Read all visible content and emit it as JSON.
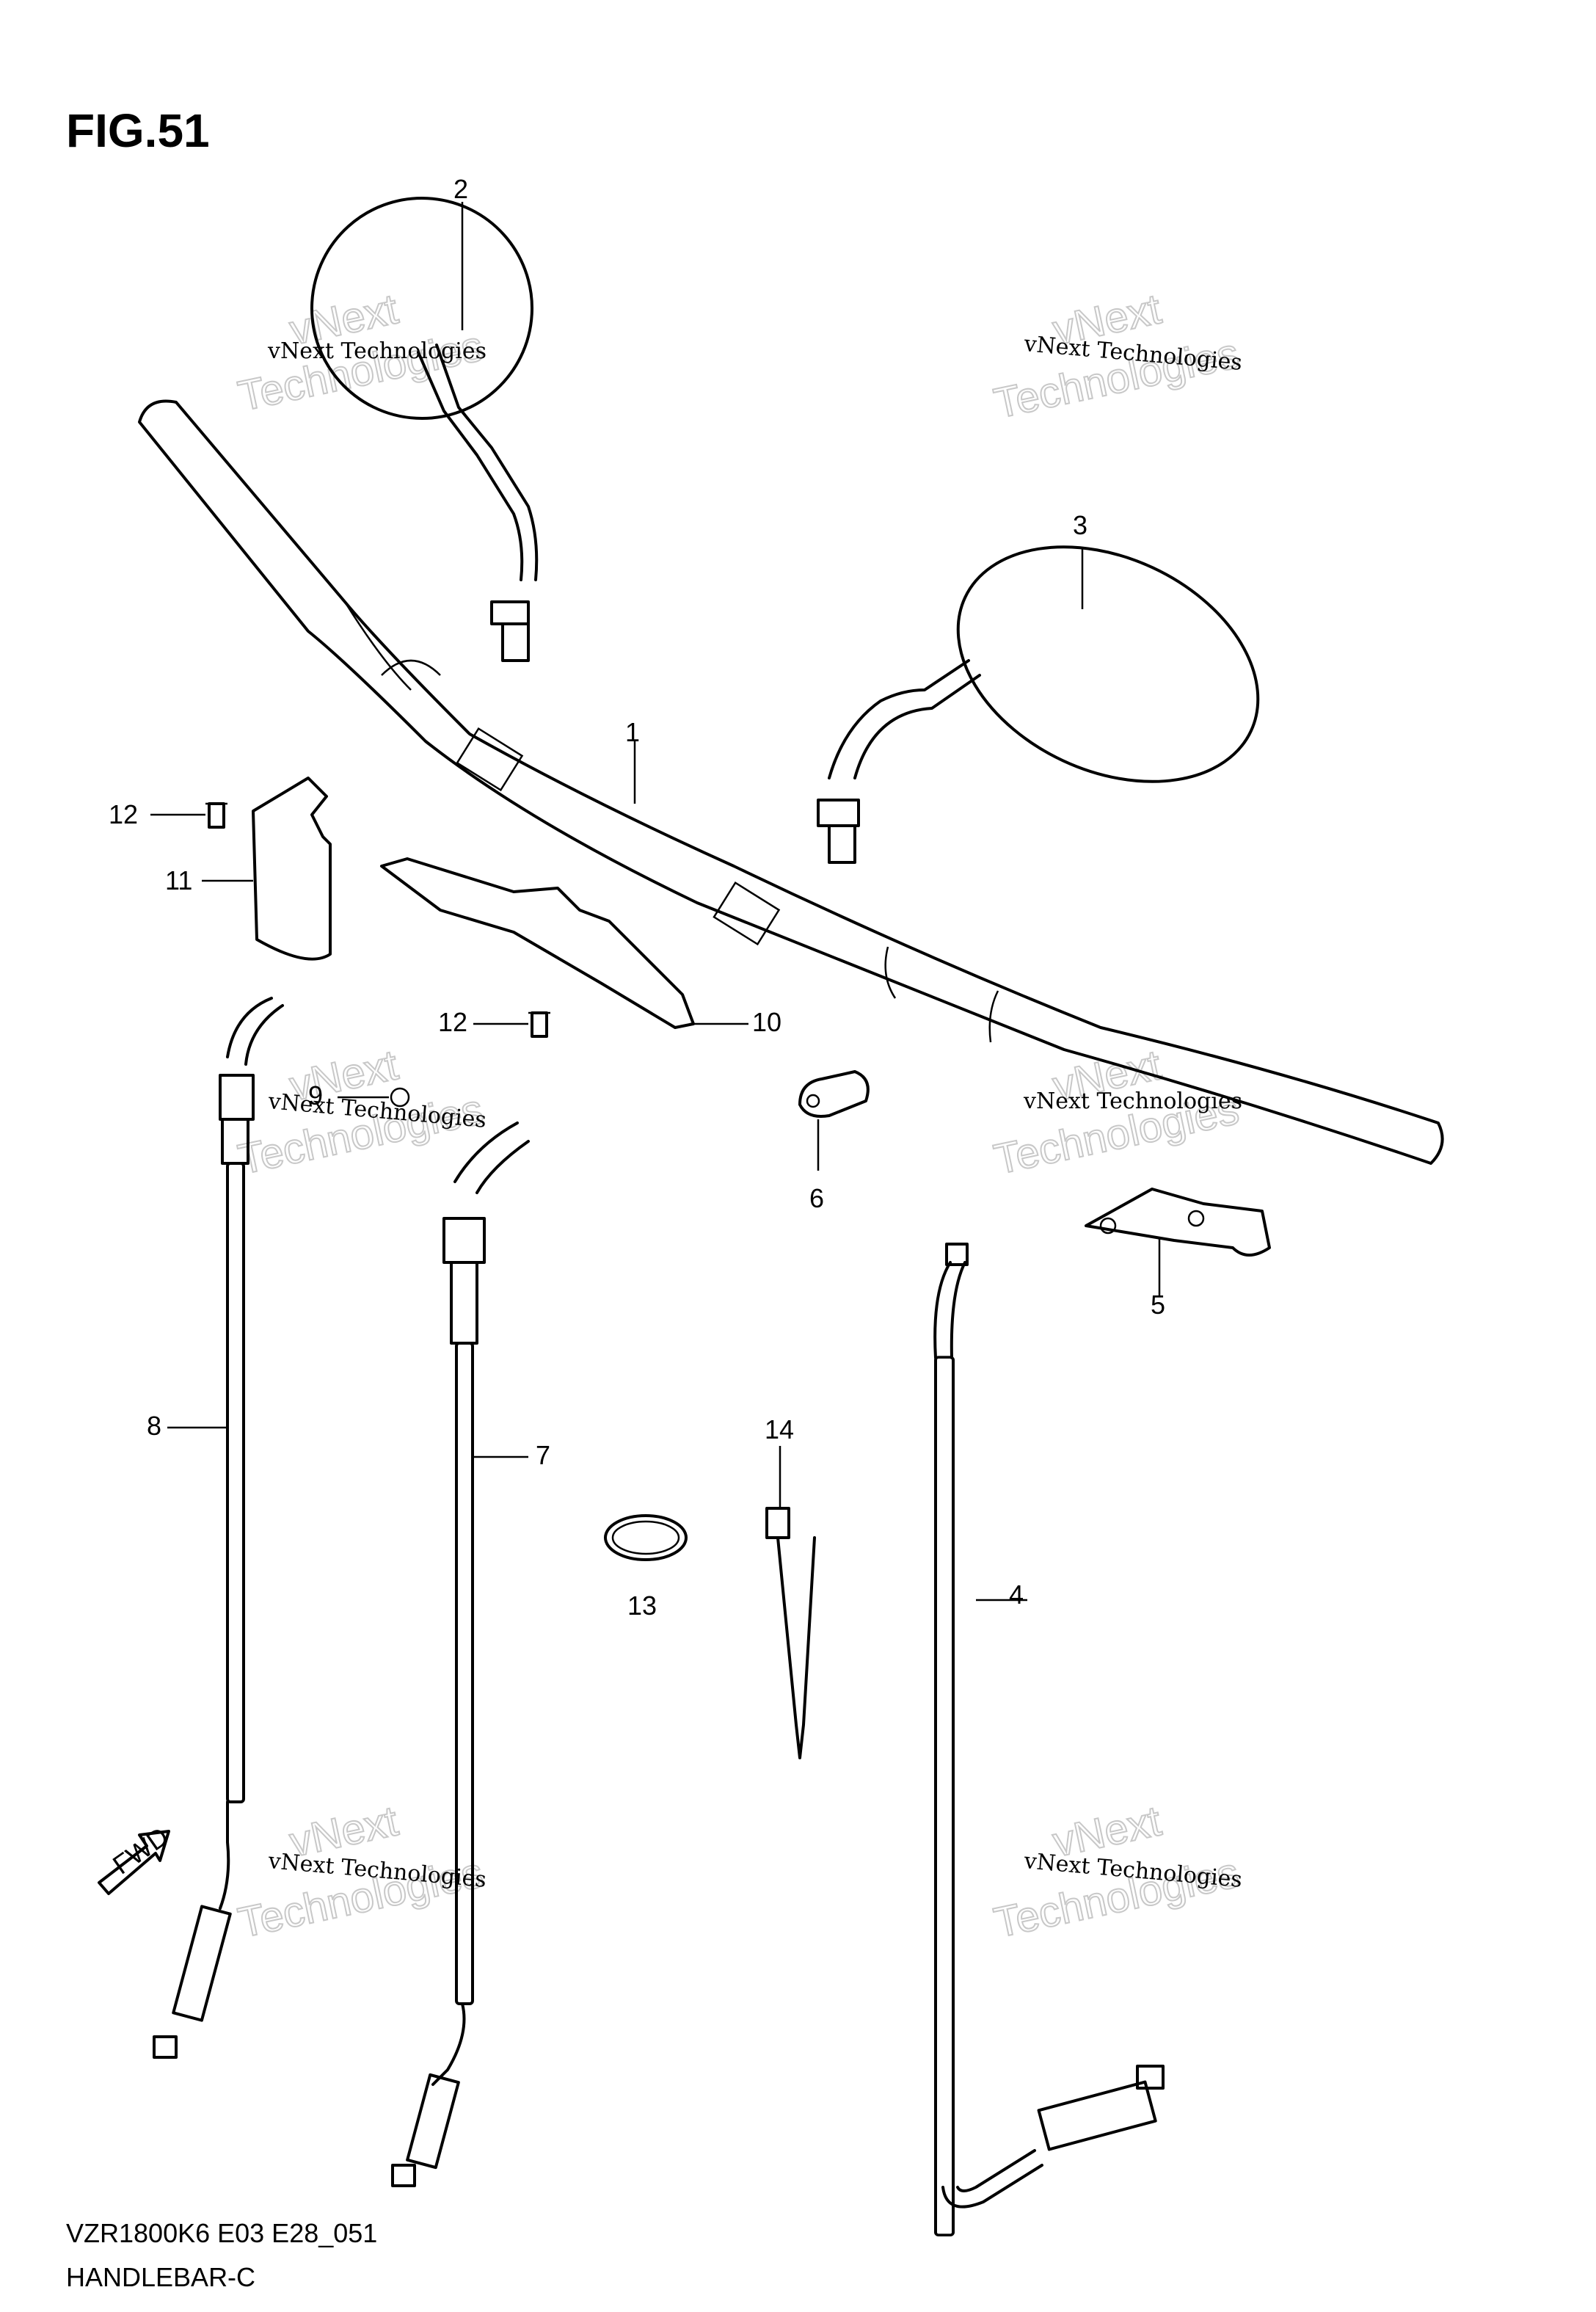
{
  "figure": {
    "title": "FIG.51",
    "model_code": "VZR1800K6 E03 E28_051",
    "assembly_name": "HANDLEBAR-C"
  },
  "callouts": [
    "1",
    "2",
    "3",
    "4",
    "5",
    "6",
    "7",
    "8",
    "9",
    "10",
    "11",
    "12",
    "12",
    "13",
    "14"
  ],
  "forward_marker": "FWD",
  "watermark": {
    "line1": "vNext Technologies",
    "line2": "vNext",
    "line3": "Technologies"
  }
}
